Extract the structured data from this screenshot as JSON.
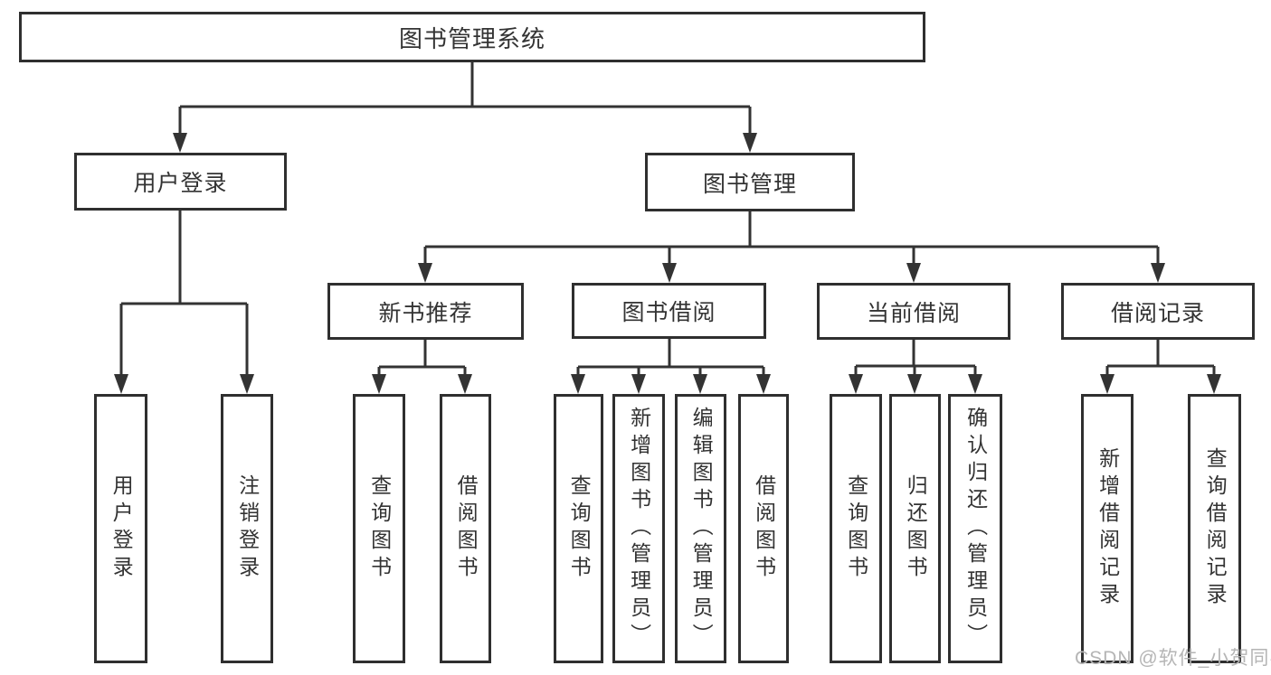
{
  "diagram": {
    "root": {
      "label": "图书管理系统"
    },
    "branches": [
      {
        "label": "用户登录",
        "children": [
          {
            "label": "用户登录"
          },
          {
            "label": "注销登录"
          }
        ]
      },
      {
        "label": "图书管理",
        "children": [
          {
            "label": "新书推荐",
            "children": [
              {
                "label": "查询图书"
              },
              {
                "label": "借阅图书"
              }
            ]
          },
          {
            "label": "图书借阅",
            "children": [
              {
                "label": "查询图书"
              },
              {
                "label": "新增图书（管理员）"
              },
              {
                "label": "编辑图书（管理员）"
              },
              {
                "label": "借阅图书"
              }
            ]
          },
          {
            "label": "当前借阅",
            "children": [
              {
                "label": "查询图书"
              },
              {
                "label": "归还图书"
              },
              {
                "label": "确认归还（管理员）"
              }
            ]
          },
          {
            "label": "借阅记录",
            "children": [
              {
                "label": "新增借阅记录"
              },
              {
                "label": "查询借阅记录"
              }
            ]
          }
        ]
      }
    ],
    "colors": {
      "line": "#333333",
      "border": "#2f2f2f",
      "background": "#ffffff",
      "text": "#333333",
      "watermark": "#b5b5b5"
    }
  },
  "watermark": {
    "text": "CSDN @软件_小贺同学"
  }
}
